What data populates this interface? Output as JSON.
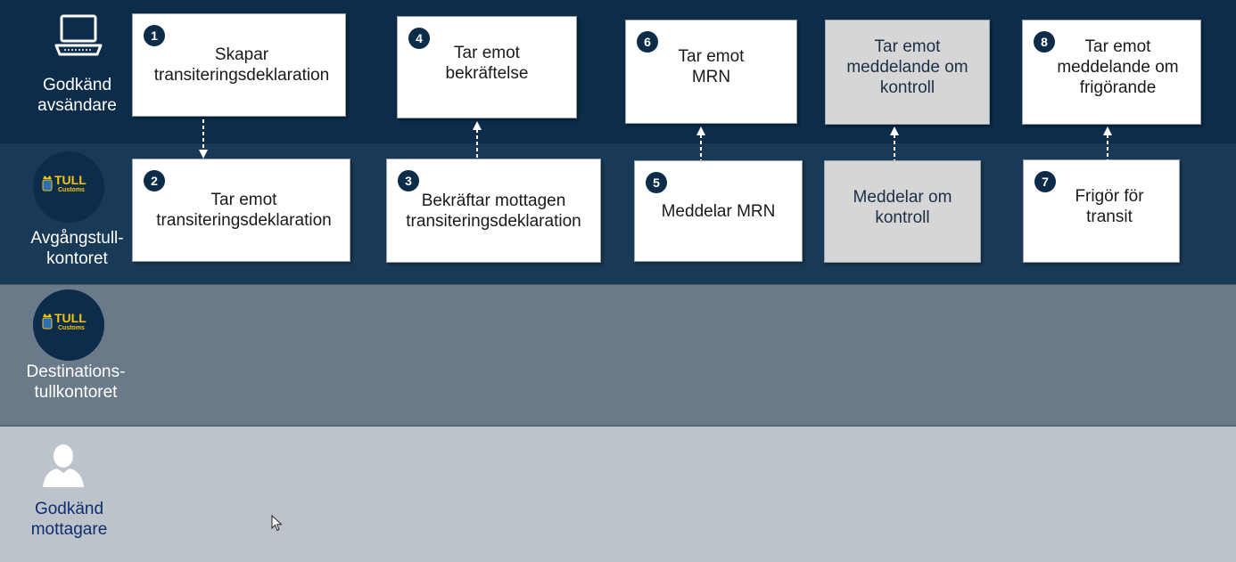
{
  "lanes": {
    "sender": "Godkänd\navsändare",
    "departure": "Avgångstull-\nkontoret",
    "destination": "Destinations-\ntullkontoret",
    "receiver": "Godkänd\nmottagare"
  },
  "logo": {
    "word": "TULL",
    "sub": "Customs"
  },
  "steps": [
    {
      "num": "1",
      "text": "Skapar\ntransiteringsdeklaration"
    },
    {
      "num": "2",
      "text": "Tar emot\ntransiteringsdeklaration"
    },
    {
      "num": "3",
      "text": "Bekräftar mottagen\ntransiteringsdeklaration"
    },
    {
      "num": "4",
      "text": "Tar emot\nbekräftelse"
    },
    {
      "num": "5",
      "text": "Meddelar MRN"
    },
    {
      "num": "6",
      "text": "Tar emot\nMRN"
    },
    {
      "num": "7",
      "text": "Frigör för\ntransit"
    },
    {
      "num": "8",
      "text": "Tar emot\nmeddelande om\nfrigörande"
    }
  ],
  "control": {
    "receive": "Tar emot\nmeddelande om\nkontroll",
    "notify": "Meddelar om\nkontroll"
  },
  "icons": {
    "sender": "laptop-icon",
    "office": "tull-customs-logo",
    "receiver": "person-icon",
    "pointer": "mouse-cursor-icon"
  },
  "colors": {
    "lane_sender": "#0c2c49",
    "lane_departure": "#193a57",
    "lane_destination": "#6a7a89",
    "lane_receiver": "#bcc3cb",
    "box": "#ffffff",
    "box_optional": "#d6d6d6",
    "badge": "#0c2c49",
    "logo_text": "#f2c40f"
  }
}
